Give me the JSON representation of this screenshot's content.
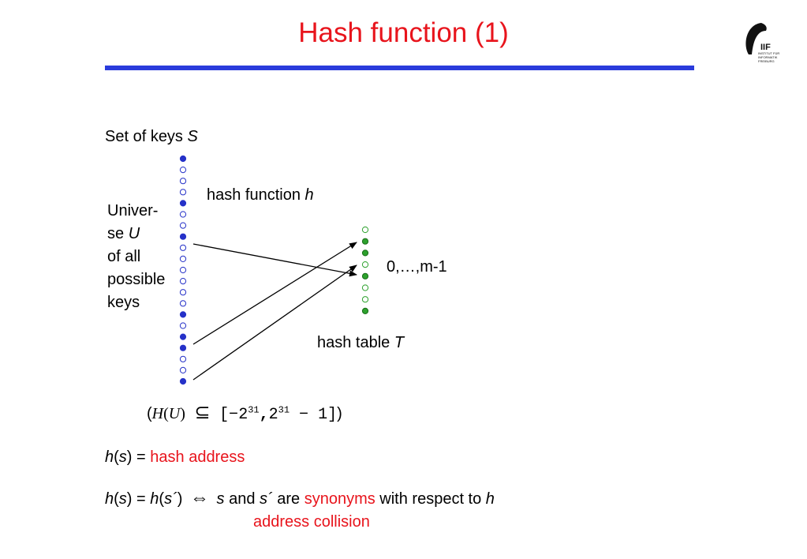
{
  "title": "Hash function (1)",
  "logo": {
    "letters": "IIF",
    "line1": "INSTITUT FÜR",
    "line2": "INFORMATIK",
    "line3": "FREIBURG"
  },
  "diagram": {
    "set_of_keys_text": "Set of keys ",
    "set_of_keys_var": "S",
    "universe_lines": [
      "Univer-",
      "se ",
      "of all",
      "possible",
      "keys"
    ],
    "universe_var": "U",
    "hash_function_text": "hash function ",
    "hash_function_var": "h",
    "range_label": "0,…,m-1",
    "hash_table_text": "hash table ",
    "hash_table_var": "T",
    "universe_cells": [
      1,
      0,
      0,
      0,
      1,
      0,
      0,
      1,
      0,
      0,
      0,
      0,
      0,
      0,
      1,
      0,
      1,
      1,
      0,
      0,
      1
    ],
    "table_cells": [
      0,
      1,
      1,
      0,
      1,
      0,
      0,
      1
    ],
    "colors": {
      "key": "#2531c8",
      "empty_universe": "#2531c8",
      "table_filled": "#2da12d",
      "table_empty": "#2da12d",
      "rule": "#2a3bdc",
      "accent": "#e8141c"
    }
  },
  "formula": {
    "open": "(",
    "H": "H",
    "U": "U",
    "subset": "⊆",
    "bracket_open": "[",
    "minus": "−",
    "base": "2",
    "exp": "31",
    "comma": ",",
    "base2": "2",
    "exp2": "31",
    "minus2": "−",
    "one": "1",
    "bracket_close": "]",
    "close": ")"
  },
  "line1": {
    "h": "h",
    "s": "s",
    "eq": " = ",
    "address": "hash address"
  },
  "line2": {
    "h1": "h",
    "s1": "s",
    "eq": " = ",
    "h2": "h",
    "s2": "s´",
    "iff": "⇔",
    "s3": "s",
    "and": " and ",
    "s4": "s´",
    "are": " are ",
    "synonyms": "synonyms",
    "wrt": " with respect to ",
    "h3": "h"
  },
  "collision": "address collision"
}
